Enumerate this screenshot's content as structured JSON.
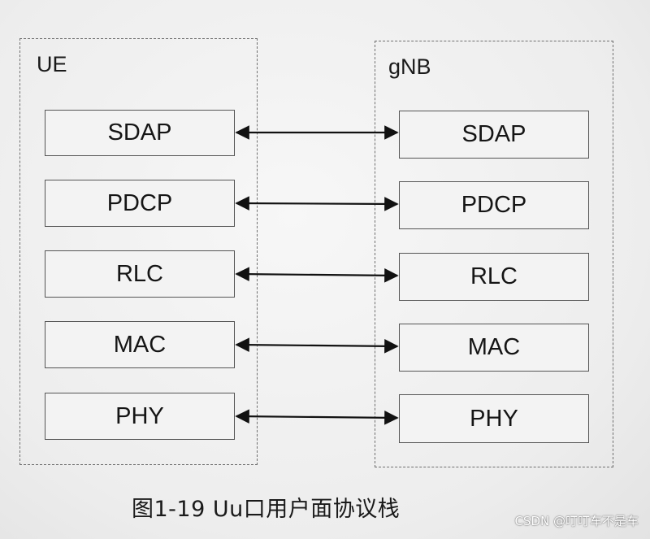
{
  "diagram": {
    "ue_label": "UE",
    "gnb_label": "gNB",
    "layers": [
      "SDAP",
      "PDCP",
      "RLC",
      "MAC",
      "PHY"
    ],
    "caption": "图1-19  Uu口用户面协议栈"
  },
  "watermark": "CSDN @叮叮车不是车"
}
